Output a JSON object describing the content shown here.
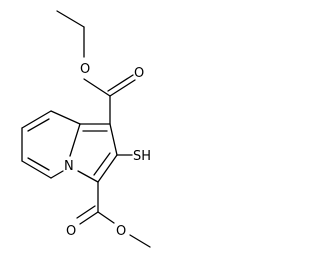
{
  "structure": {
    "atoms": [
      {
        "id": "o_ethyl_ether",
        "element": "O"
      },
      {
        "id": "o_ethyl_carbonyl",
        "element": "O"
      },
      {
        "id": "s_thiol",
        "element": "SH"
      },
      {
        "id": "n_bridge",
        "element": "N"
      },
      {
        "id": "o_methyl_carbonyl",
        "element": "O"
      },
      {
        "id": "o_methyl_ether",
        "element": "O"
      }
    ]
  },
  "colors": {
    "bond": "#000000",
    "label": "#000000",
    "background": "#ffffff"
  }
}
